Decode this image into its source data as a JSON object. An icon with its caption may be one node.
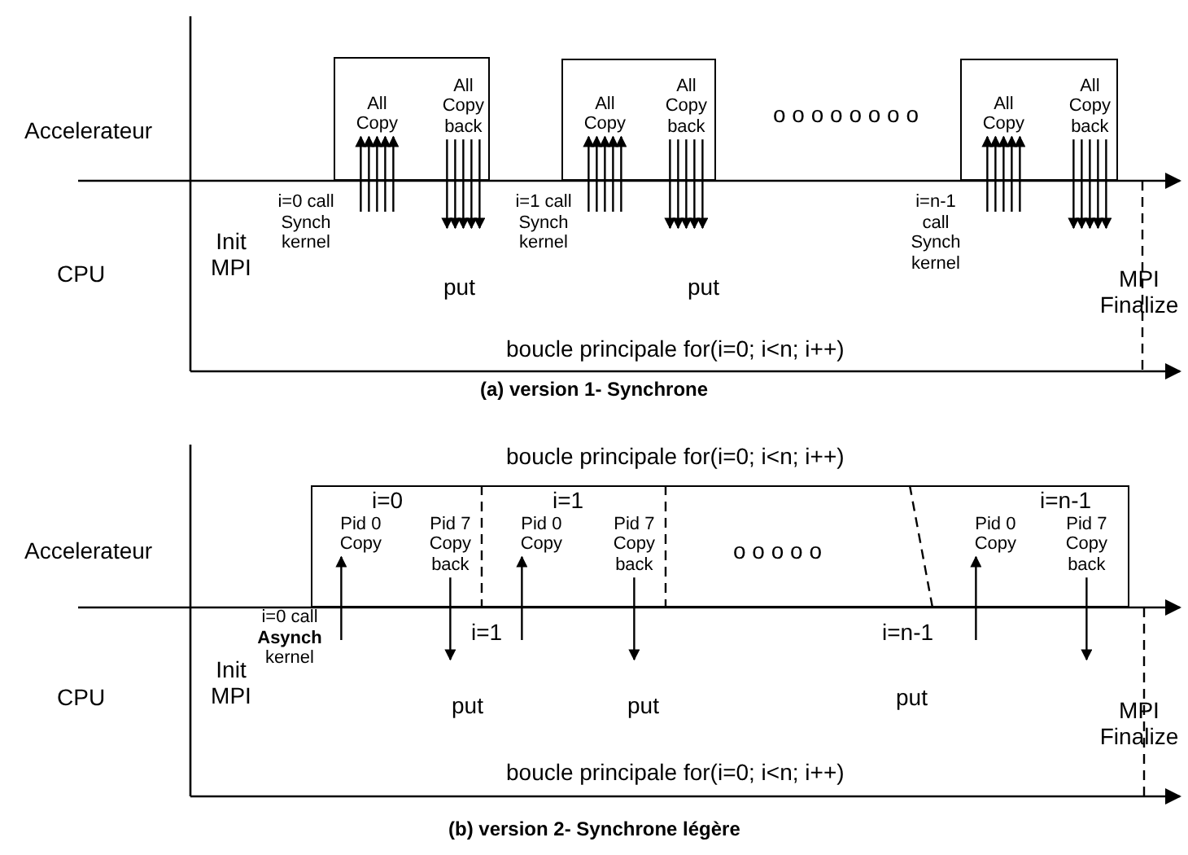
{
  "diagram": {
    "nodes": [
      {
        "text": [],
        "shape": "box"
      },
      {
        "text": [
          "All Copy"
        ],
        "in": 0
      },
      {
        "text": [
          "All Copy back"
        ],
        "in": 0
      },
      {
        "text": [],
        "shape": "box"
      },
      {
        "text": [
          "All Copy"
        ],
        "in": 3
      },
      {
        "text": [
          "All Copy back"
        ],
        "in": 3
      },
      {
        "text": [],
        "shape": "box"
      },
      {
        "text": [
          "All Copy"
        ],
        "in": 6
      },
      {
        "text": [
          "All Copy back"
        ],
        "in": 6
      },
      {
        "text": [],
        "shape": "box"
      },
      {
        "text": [
          "Pid 0 Copy"
        ],
        "in": 9
      },
      {
        "text": [
          "Pid 7 Copy back"
        ],
        "in": 9
      },
      {
        "text": [
          "Pid 0 Copy"
        ],
        "in": 9
      },
      {
        "text": [
          "Pid 7 Copy back"
        ],
        "in": 9
      },
      {
        "text": [
          "Pid 0 Copy"
        ],
        "in": 9
      },
      {
        "text": [
          "Pid 7 Copy back"
        ],
        "in": 9
      }
    ],
    "edges": [
      {
        "from": null,
        "to": 1,
        "arrow": "to"
      },
      {
        "from": null,
        "to": 1,
        "arrow": "to"
      },
      {
        "from": null,
        "to": 1,
        "arrow": "to"
      },
      {
        "from": null,
        "to": 1,
        "arrow": "to"
      },
      {
        "from": null,
        "to": 1,
        "arrow": "to"
      },
      {
        "from": 2,
        "to": null,
        "arrow": "to"
      },
      {
        "from": 2,
        "to": null,
        "arrow": "to"
      },
      {
        "from": 2,
        "to": null,
        "arrow": "to"
      },
      {
        "from": 2,
        "to": null,
        "arrow": "to"
      },
      {
        "from": 2,
        "to": null,
        "arrow": "to"
      },
      {
        "from": null,
        "to": 4,
        "arrow": "to"
      },
      {
        "from": null,
        "to": 4,
        "arrow": "to"
      },
      {
        "from": null,
        "to": 4,
        "arrow": "to"
      },
      {
        "from": null,
        "to": 4,
        "arrow": "to"
      },
      {
        "from": null,
        "to": 4,
        "arrow": "to"
      },
      {
        "from": 5,
        "to": null,
        "arrow": "to"
      },
      {
        "from": 5,
        "to": null,
        "arrow": "to"
      },
      {
        "from": 5,
        "to": null,
        "arrow": "to"
      },
      {
        "from": 5,
        "to": null,
        "arrow": "to"
      },
      {
        "from": 5,
        "to": null,
        "arrow": "to"
      },
      {
        "from": null,
        "to": 7,
        "arrow": "to"
      },
      {
        "from": null,
        "to": 7,
        "arrow": "to"
      },
      {
        "from": null,
        "to": 7,
        "arrow": "to"
      },
      {
        "from": null,
        "to": 7,
        "arrow": "to"
      },
      {
        "from": null,
        "to": 7,
        "arrow": "to"
      },
      {
        "from": 8,
        "to": null,
        "arrow": "to"
      },
      {
        "from": 8,
        "to": null,
        "arrow": "to"
      },
      {
        "from": 8,
        "to": null,
        "arrow": "to"
      },
      {
        "from": 8,
        "to": null,
        "arrow": "to"
      },
      {
        "from": 8,
        "to": null,
        "arrow": "to"
      },
      {
        "from": null,
        "to": 10,
        "arrow": "to"
      },
      {
        "from": 11,
        "to": null,
        "arrow": "to"
      },
      {
        "from": null,
        "to": 12,
        "arrow": "to"
      },
      {
        "from": 13,
        "to": null,
        "arrow": "to"
      },
      {
        "from": null,
        "to": 14,
        "arrow": "to"
      },
      {
        "from": 15,
        "to": null,
        "arrow": "to"
      }
    ],
    "labels": [
      "Accelerateur",
      "o o o o o o o o",
      "CPU",
      "Init MPI",
      "i=0 call Synch kernel",
      "i=1 call Synch kernel",
      "i=n-1 call Synch kernel",
      "put",
      "put",
      "MPI Finalize",
      "boucle principale for(i=0; i<n; i++)",
      "(a) version 1- Synchrone",
      "boucle principale for(i=0; i<n; i++)",
      "Accelerateur",
      "i=0",
      "i=1",
      "o o o o o",
      "i=n-1",
      "CPU",
      "Init MPI",
      "i=0 call **Asynch** kernel",
      "i=1",
      "i=n-1",
      "put",
      "put",
      "put",
      "MPI Finalize",
      "boucle principale for(i=0; i<n; i++)",
      "(b) version 2- Synchrone légère"
    ]
  }
}
